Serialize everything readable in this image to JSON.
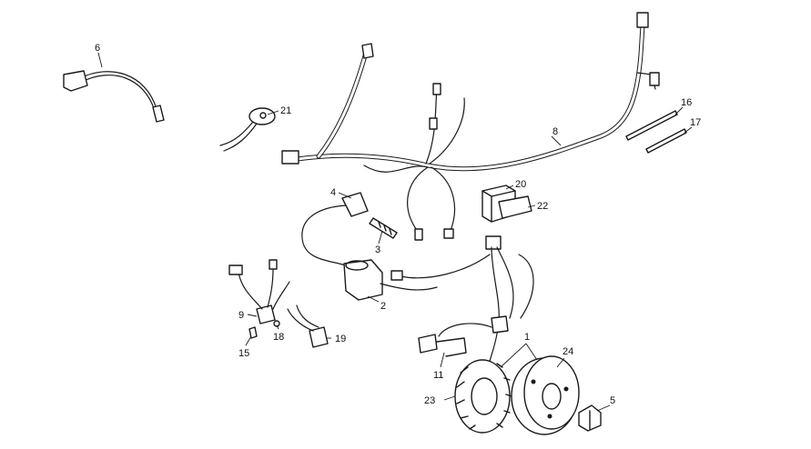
{
  "callouts": [
    {
      "id": "1",
      "label": "1"
    },
    {
      "id": "2",
      "label": "2"
    },
    {
      "id": "3",
      "label": "3"
    },
    {
      "id": "4",
      "label": "4"
    },
    {
      "id": "5",
      "label": "5"
    },
    {
      "id": "6",
      "label": "6"
    },
    {
      "id": "8",
      "label": "8"
    },
    {
      "id": "9",
      "label": "9"
    },
    {
      "id": "11",
      "label": "11"
    },
    {
      "id": "15",
      "label": "15"
    },
    {
      "id": "16",
      "label": "16"
    },
    {
      "id": "17",
      "label": "17"
    },
    {
      "id": "18",
      "label": "18"
    },
    {
      "id": "19",
      "label": "19"
    },
    {
      "id": "20",
      "label": "20"
    },
    {
      "id": "21",
      "label": "21"
    },
    {
      "id": "22",
      "label": "22"
    },
    {
      "id": "23",
      "label": "23"
    },
    {
      "id": "24",
      "label": "24"
    }
  ]
}
